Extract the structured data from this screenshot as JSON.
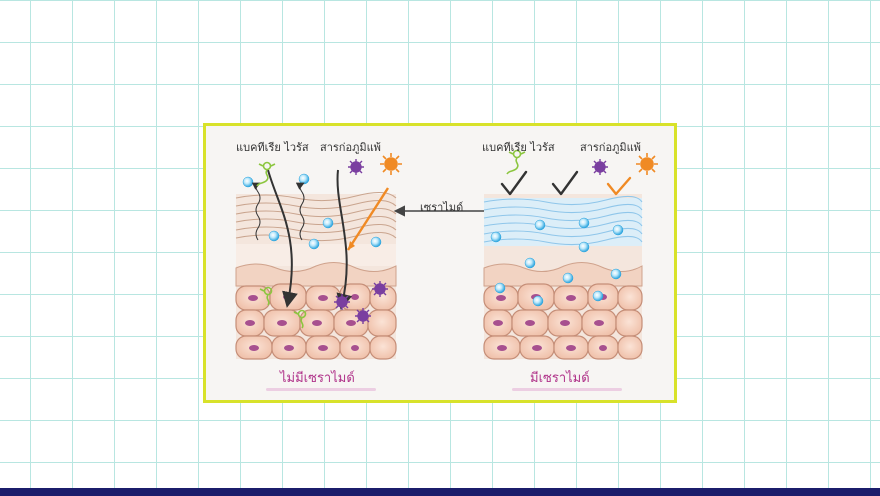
{
  "diagram": {
    "left_panel": {
      "label_bacteria_virus": "แบคทีเรีย ไวรัส",
      "label_allergen": "สารก่อภูมิแพ้",
      "caption": "ไม่มีเซราไมด์"
    },
    "center_label": "เซราไมด์",
    "right_panel": {
      "label_bacteria_virus": "แบคทีเรีย ไวรัส",
      "label_allergen": "สารก่อภูมิแพ้",
      "caption": "มีเซราไมด์"
    },
    "colors": {
      "frame": "#d8e22a",
      "caption": "#b0338a",
      "allergen_sun": "#f08a24",
      "virus": "#7a3fa0",
      "bacteria": "#8cc63f",
      "ceramide_dot": "#3fb5e8",
      "bottom_bar": "#1b1d6b"
    }
  }
}
